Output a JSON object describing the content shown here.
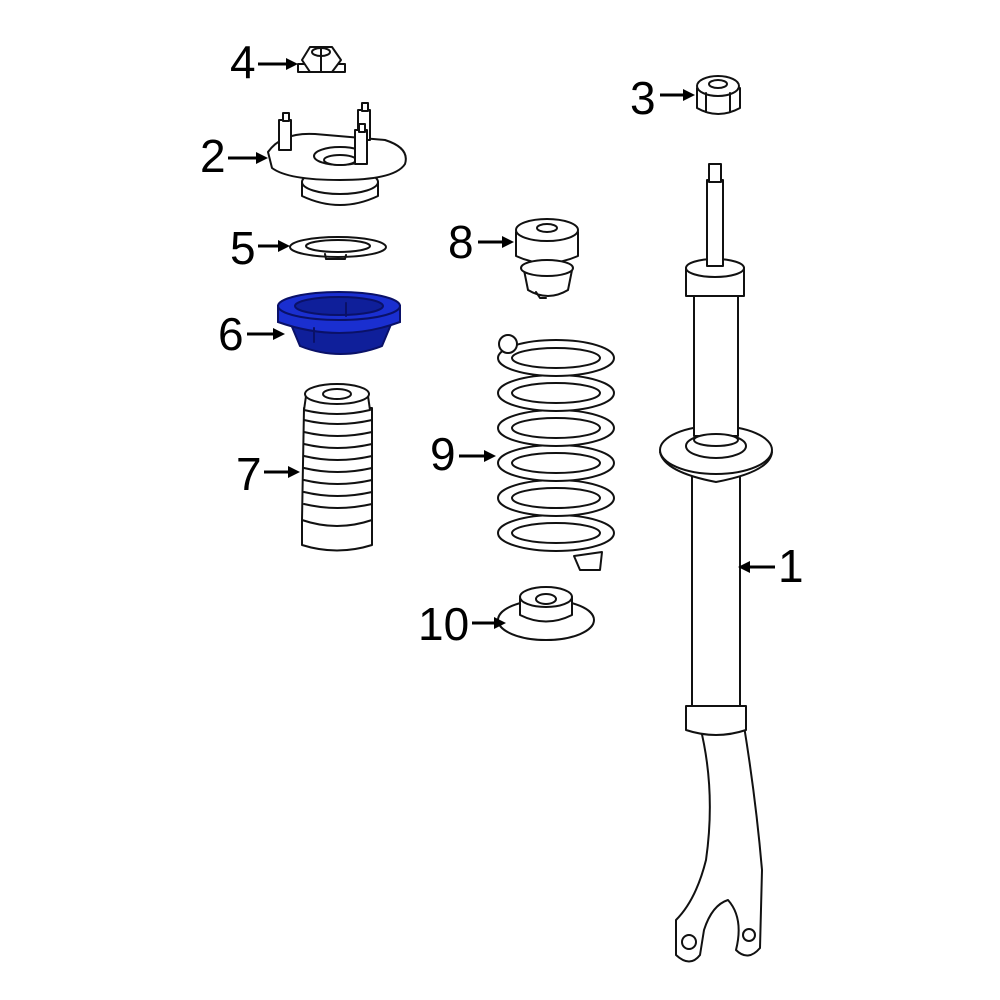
{
  "diagram": {
    "highlight_color": "#1a2fd0",
    "highlighted_part": "6",
    "callouts": [
      {
        "id": "1",
        "label": "1"
      },
      {
        "id": "2",
        "label": "2"
      },
      {
        "id": "3",
        "label": "3"
      },
      {
        "id": "4",
        "label": "4"
      },
      {
        "id": "5",
        "label": "5"
      },
      {
        "id": "6",
        "label": "6"
      },
      {
        "id": "7",
        "label": "7"
      },
      {
        "id": "8",
        "label": "8"
      },
      {
        "id": "9",
        "label": "9"
      },
      {
        "id": "10",
        "label": "10"
      }
    ]
  }
}
